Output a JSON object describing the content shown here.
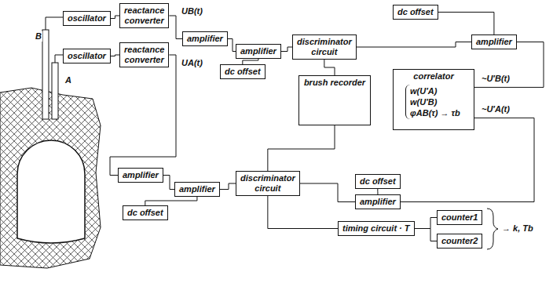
{
  "diagram": {
    "nodes": [
      {
        "text": [
          "oscillator"
        ]
      },
      {
        "text": [
          "reactance converter"
        ]
      },
      {
        "text": [
          "amplifier"
        ]
      },
      {
        "text": [
          "amplifier"
        ]
      },
      {
        "text": [
          "dc offset"
        ]
      },
      {
        "text": [
          "discriminator circuit"
        ]
      },
      {
        "text": [
          "dc offset"
        ]
      },
      {
        "text": [
          "amplifier"
        ]
      },
      {
        "text": [
          "brush recorder"
        ]
      },
      {
        "text": [
          "correlator",
          "w(U′A)",
          "w(U′B)",
          "φAB(τ) → τb"
        ]
      },
      {
        "text": [
          "oscillator"
        ]
      },
      {
        "text": [
          "reactance converter"
        ]
      },
      {
        "text": [
          "amplifier"
        ]
      },
      {
        "text": [
          "amplifier"
        ]
      },
      {
        "text": [
          "dc offset"
        ]
      },
      {
        "text": [
          "discriminator circuit"
        ]
      },
      {
        "text": [
          "dc offset"
        ]
      },
      {
        "text": [
          "amplifier"
        ]
      },
      {
        "text": [
          "timing circuit · T"
        ]
      },
      {
        "text": [
          "counter1"
        ]
      },
      {
        "text": [
          "counter2"
        ]
      }
    ],
    "edges": [
      {
        "from": 0,
        "to": 1,
        "arrow": "none"
      },
      {
        "from": 1,
        "to": 2,
        "arrow": "none"
      },
      {
        "from": 2,
        "to": 3,
        "arrow": "none"
      },
      {
        "from": 4,
        "to": 3,
        "arrow": "none"
      },
      {
        "from": 3,
        "to": 5,
        "arrow": "none"
      },
      {
        "from": 5,
        "to": 7,
        "arrow": "none"
      },
      {
        "from": 6,
        "to": 7,
        "arrow": "none"
      },
      {
        "from": 5,
        "to": 8,
        "arrow": "none"
      },
      {
        "from": 7,
        "to": 9,
        "arrow": "none"
      },
      {
        "from": 10,
        "to": 11,
        "arrow": "none"
      },
      {
        "from": 11,
        "to": 12,
        "arrow": "none"
      },
      {
        "from": 12,
        "to": 13,
        "arrow": "none"
      },
      {
        "from": 14,
        "to": 13,
        "arrow": "none"
      },
      {
        "from": 13,
        "to": 15,
        "arrow": "none"
      },
      {
        "from": 15,
        "to": 8,
        "arrow": "none"
      },
      {
        "from": 15,
        "to": 17,
        "arrow": "none"
      },
      {
        "from": 16,
        "to": 17,
        "arrow": "none"
      },
      {
        "from": 17,
        "to": 9,
        "arrow": "none"
      },
      {
        "from": 15,
        "to": 18,
        "arrow": "none"
      },
      {
        "from": 18,
        "to": 19,
        "arrow": "none"
      },
      {
        "from": 18,
        "to": 20,
        "arrow": "none"
      }
    ],
    "labels": [
      "B",
      "A",
      "UB(t)",
      "UA(t)",
      "~U′B(t)",
      "~U′A(t)",
      "→ k, Tb"
    ]
  }
}
